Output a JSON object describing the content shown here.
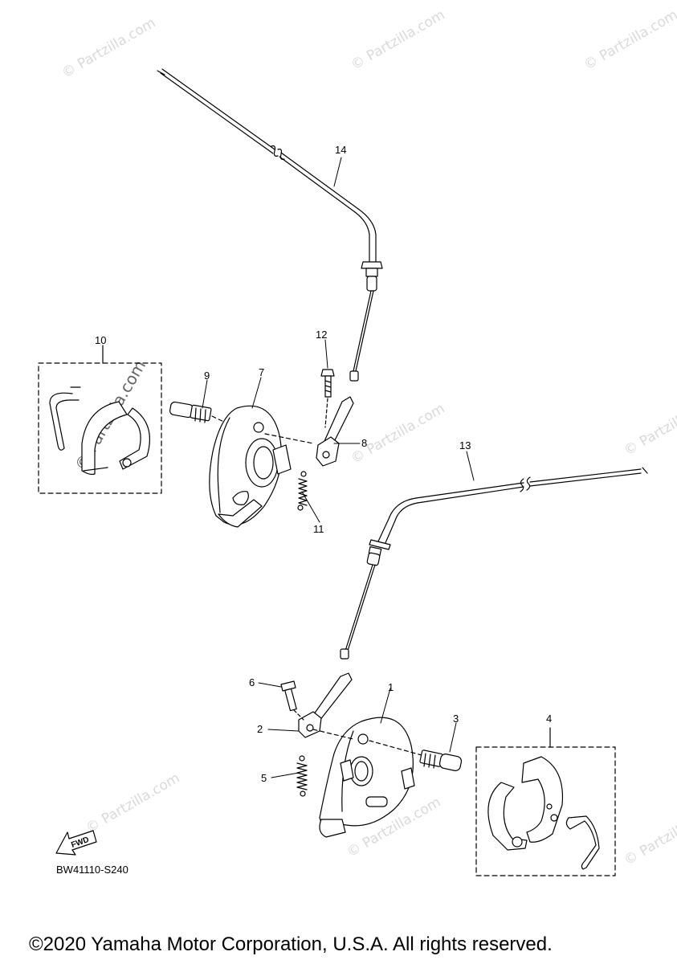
{
  "callouts": {
    "c1": "1",
    "c2": "2",
    "c3": "3",
    "c4": "4",
    "c5": "5",
    "c6": "6",
    "c7": "7",
    "c8": "8",
    "c9": "9",
    "c10": "10",
    "c11": "11",
    "c12": "12",
    "c13": "13",
    "c14": "14"
  },
  "fwd_label": "FWD",
  "diagram_code": "BW41110-S240",
  "copyright": "©2020 Yamaha Motor Corporation, U.S.A. All rights reserved.",
  "watermark_text": "© Partzilla.com"
}
